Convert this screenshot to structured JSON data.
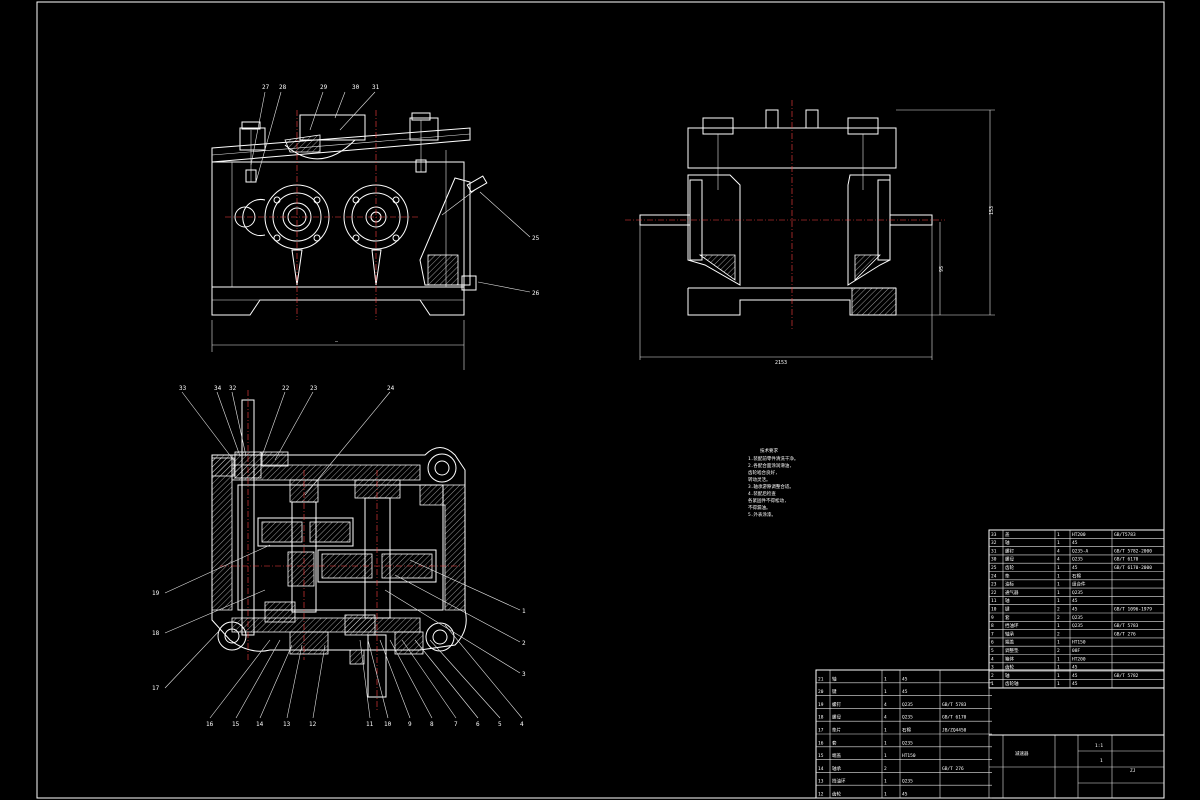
{
  "callouts": {
    "top_view": [
      "27",
      "28",
      "29",
      "30",
      "31",
      "25",
      "26"
    ],
    "section_top": [
      "33",
      "34",
      "32",
      "22",
      "23",
      "24"
    ],
    "section_left": [
      "19",
      "18",
      "17"
    ],
    "section_bottom": [
      "16",
      "15",
      "14",
      "13",
      "12",
      "11",
      "10",
      "9",
      "8",
      "7",
      "6",
      "5",
      "4"
    ],
    "section_right": [
      "1",
      "2",
      "3"
    ]
  },
  "dimensions": {
    "left_overall": "—",
    "side_height": "153",
    "side_mid": "95",
    "side_width": "2153"
  },
  "notes": {
    "heading": "技术要求",
    "lines": [
      "1.装配前零件清洗干净。",
      "2.各配合面涂润滑油,",
      "  齿轮啮合良好,",
      "  转动灵活。",
      "3.轴承游隙调整合适。",
      "4.装配后检查",
      "  各紧固件不得松动,",
      "  不得漏油。",
      "5.外表涂漆。"
    ]
  },
  "bom_right": [
    [
      "33",
      "盖",
      "1",
      "HT200",
      "GB/T5783"
    ],
    [
      "32",
      "轴",
      "1",
      "45",
      ""
    ],
    [
      "31",
      "螺钉",
      "4",
      "Q235-A",
      "GB/T 5782-2000"
    ],
    [
      "30",
      "螺母",
      "4",
      "Q235",
      "GB/T 6170"
    ],
    [
      "25",
      "齿轮",
      "1",
      "45",
      "GB/T 6170-2000"
    ],
    [
      "24",
      "垫",
      "1",
      "石棉",
      ""
    ],
    [
      "23",
      "油标",
      "1",
      "组合件",
      ""
    ],
    [
      "22",
      "通气器",
      "1",
      "Q235",
      ""
    ],
    [
      "11",
      "轴",
      "1",
      "45",
      ""
    ],
    [
      "10",
      "键",
      "2",
      "45",
      "GB/T 1096-1979"
    ],
    [
      "9",
      "套",
      "2",
      "Q235",
      ""
    ],
    [
      "8",
      "挡油环",
      "1",
      "Q235",
      "GB/T 5783"
    ],
    [
      "7",
      "轴承",
      "2",
      "",
      "GB/T 276"
    ],
    [
      "6",
      "端盖",
      "1",
      "HT150",
      ""
    ],
    [
      "5",
      "调整垫",
      "2",
      "08F",
      ""
    ],
    [
      "4",
      "箱体",
      "1",
      "HT200",
      ""
    ],
    [
      "3",
      "齿轮",
      "1",
      "45",
      ""
    ],
    [
      "2",
      "轴",
      "1",
      "45",
      "GB/T 5782"
    ],
    [
      "1",
      "齿轮轴",
      "1",
      "45",
      ""
    ]
  ],
  "bom_left": [
    [
      "21",
      "轴",
      "1",
      "45",
      ""
    ],
    [
      "20",
      "键",
      "1",
      "45",
      ""
    ],
    [
      "19",
      "螺钉",
      "4",
      "Q235",
      "GB/T 5783"
    ],
    [
      "18",
      "螺母",
      "4",
      "Q235",
      "GB/T 6170"
    ],
    [
      "17",
      "垫片",
      "1",
      "石棉",
      "JB/ZQ4450"
    ],
    [
      "16",
      "套",
      "1",
      "Q235",
      ""
    ],
    [
      "15",
      "端盖",
      "1",
      "HT150",
      ""
    ],
    [
      "14",
      "轴承",
      "2",
      "",
      "GB/T 276"
    ],
    [
      "13",
      "挡油环",
      "1",
      "Q235",
      ""
    ],
    [
      "12",
      "齿轮",
      "1",
      "45",
      ""
    ]
  ],
  "title_block": {
    "name": "减速器",
    "scale": "1:1",
    "sheet": "1",
    "drawing_no": "ZJ"
  }
}
